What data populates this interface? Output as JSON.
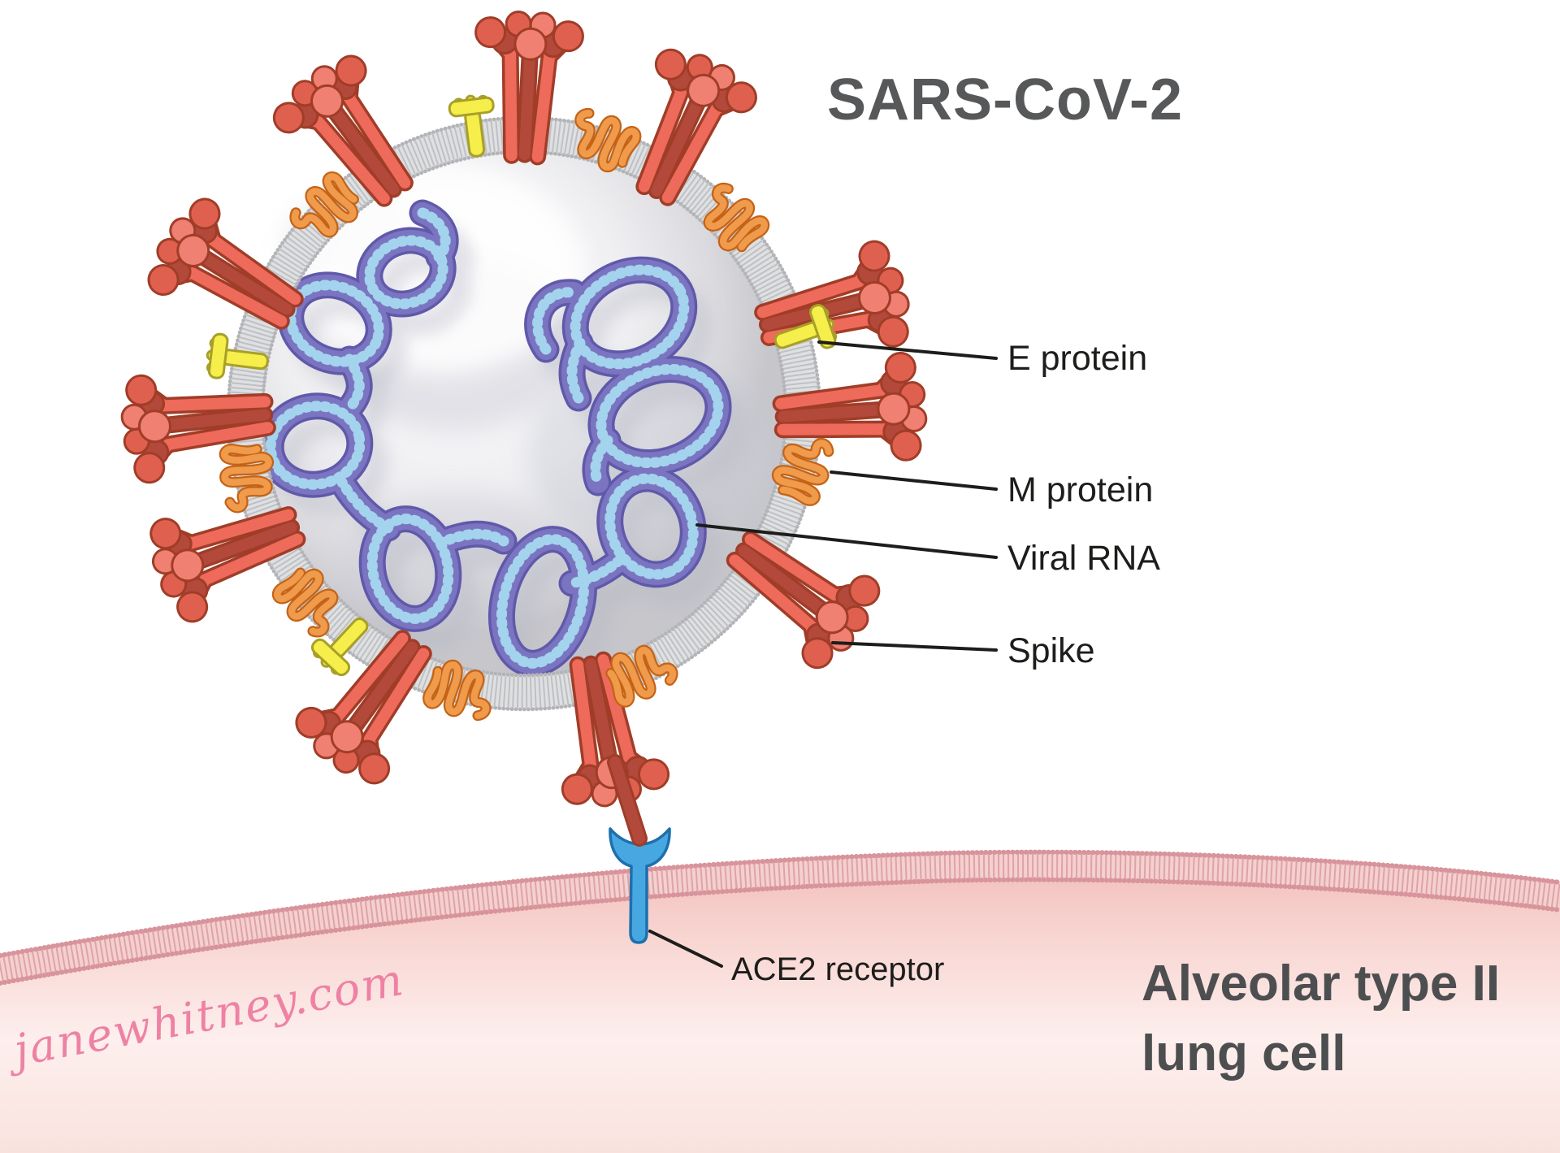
{
  "title": "SARS-CoV-2",
  "labels": {
    "e_protein": "E protein",
    "m_protein": "M protein",
    "viral_rna": "Viral RNA",
    "spike": "Spike",
    "ace2_receptor": "ACE2 receptor"
  },
  "cell": {
    "label_line1": "Alveolar type II",
    "label_line2": "lung cell"
  },
  "watermark": "janewhitney.com",
  "colors": {
    "background": "#ffffff",
    "title_gray": "#57585a",
    "label_black": "#1d1d1b",
    "cell_label_gray": "#4d4e50",
    "watermark_pink": "#ee82a4",
    "leader_line": "#1d1d1b",
    "spike_light": "#ee6a5a",
    "spike_light2": "#f08072",
    "spike_mid": "#e0604f",
    "spike_dark": "#b2493a",
    "spike_outline": "#a03d28",
    "m_orange": "#f09a4b",
    "m_outline": "#c46317",
    "e_yellow": "#f5ee4b",
    "e_outline": "#a89f28",
    "membrane_base": "#dfe0e2",
    "membrane_tick": "#b9babd",
    "membrane_bead": "#b3b4b8",
    "virus_interior_edge": "#c6c6cb",
    "rna_purple": "#7b75c1",
    "rna_edge": "#6059aa",
    "rna_zigzag": "#a6d8f0",
    "ace2_blue": "#47a8e1",
    "ace2_outline": "#1e6fad",
    "cell_pink_deep": "#f2bebb",
    "cell_pink_light": "#fdefed",
    "cell_band_base": "#f4d0cf",
    "cell_band_tick": "#dfa3a8",
    "cell_band_bead": "#d8949b"
  }
}
